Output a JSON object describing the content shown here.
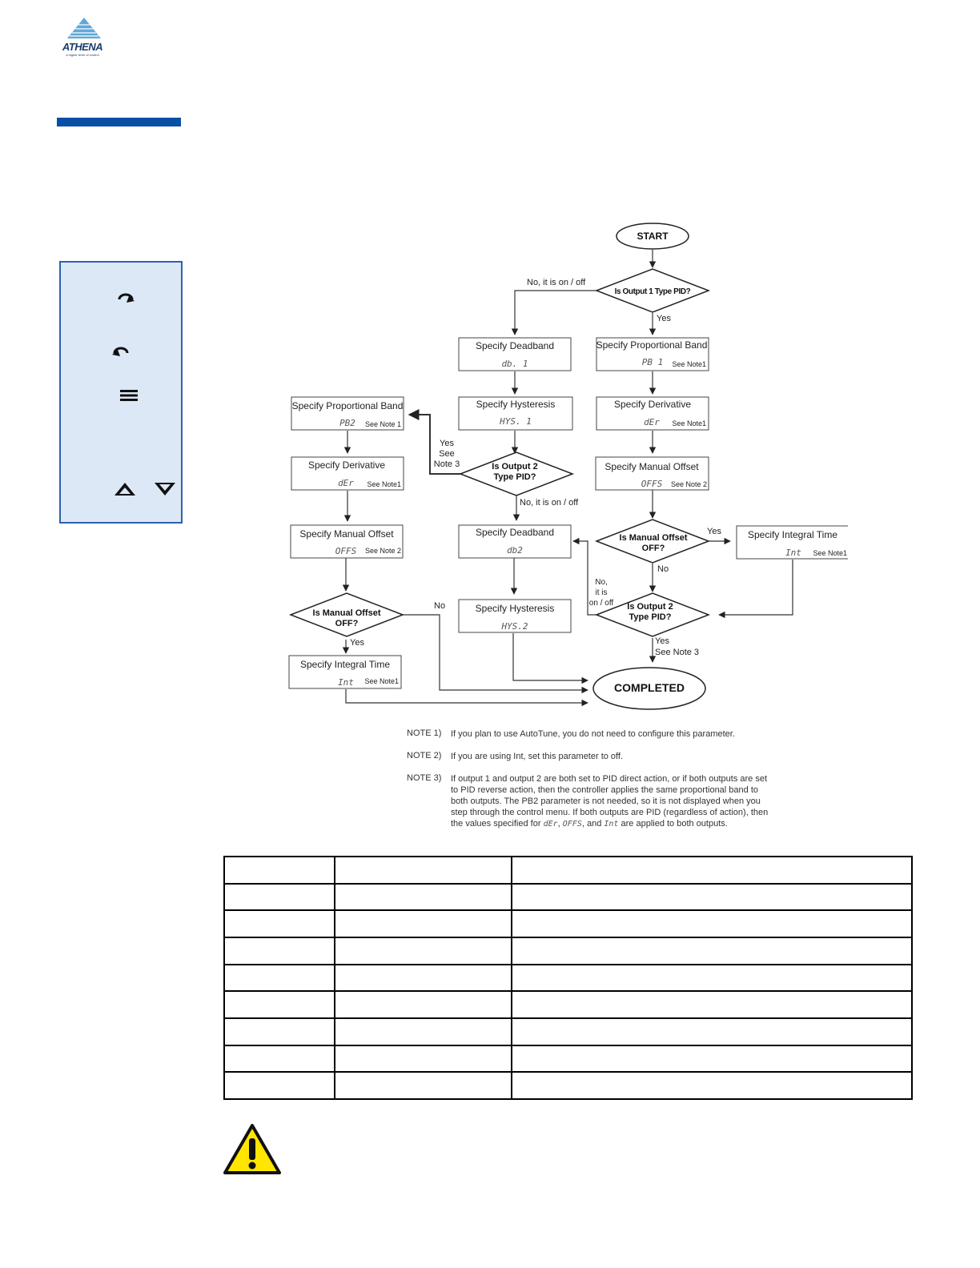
{
  "logo": {
    "name": "ATHENA",
    "tagline": "a higher level of control"
  },
  "sidebar": {
    "icons": [
      "cycle-icon",
      "cycle-back-icon",
      "menu-icon",
      "up-arrow-icon",
      "down-arrow-icon"
    ]
  },
  "flowchart": {
    "start": "START",
    "completed": "COMPLETED",
    "decisions": {
      "out1_pid": "Is Output 1 Type PID?",
      "out2_pid_mid": [
        "Is Output 2",
        "Type PID?"
      ],
      "manual_offset_right": [
        "Is Manual Offset",
        "OFF?"
      ],
      "out2_pid_right": [
        "Is Output 2",
        "Type PID?"
      ],
      "manual_offset_left": [
        "Is Manual Offset",
        "OFF?"
      ]
    },
    "boxes": {
      "deadband1": {
        "title": "Specify Deadband",
        "code": "db. 1",
        "note": ""
      },
      "pb1": {
        "title": "Specify Proportional Band",
        "code": "PB 1",
        "note": "See Note1"
      },
      "hys1": {
        "title": "Specify Hysteresis",
        "code": "HYS. 1",
        "note": ""
      },
      "der_right": {
        "title": "Specify Derivative",
        "code": "dEr",
        "note": "See Note1"
      },
      "pb2": {
        "title": "Specify Proportional Band",
        "code": "PB2",
        "note": "See Note 1"
      },
      "offs_right": {
        "title": "Specify Manual Offset",
        "code": "OFFS",
        "note": "See Note 2"
      },
      "der_left": {
        "title": "Specify Derivative",
        "code": "dEr",
        "note": "See Note1"
      },
      "deadband2": {
        "title": "Specify Deadband",
        "code": "db2",
        "note": ""
      },
      "int_right": {
        "title": "Specify Integral Time",
        "code": "Int",
        "note": "See Note1"
      },
      "offs_left": {
        "title": "Specify Manual Offset",
        "code": "OFFS",
        "note": "See Note 2"
      },
      "hys2": {
        "title": "Specify Hysteresis",
        "code": "HYS.2",
        "note": ""
      },
      "int_left": {
        "title": "Specify Integral Time",
        "code": "Int",
        "note": "See Note1"
      }
    },
    "labels": {
      "no_onoff_top": "No, it is on / off",
      "yes_top": "Yes",
      "yes_see_note3": [
        "Yes",
        "See",
        "Note 3"
      ],
      "no_onoff_mid": "No, it is on / off",
      "yes_right": "Yes",
      "no_right": "No",
      "no_onoff_stack": [
        "No,",
        "it is",
        "on / off"
      ],
      "no_left": "No",
      "yes_left": "Yes",
      "yes_bottom": "Yes",
      "see_note3_bottom": "See Note 3"
    }
  },
  "notes": [
    {
      "label": "NOTE 1)",
      "text": "If you plan to use AutoTune, you do not need to configure this parameter."
    },
    {
      "label": "NOTE 2)",
      "text": "If you are using Int, set this parameter to off."
    },
    {
      "label": "NOTE 3)",
      "text": "If output 1 and output 2 are both set to PID direct action, or if both outputs are set to PID reverse action, then the controller applies the same proportional band to both outputs.  The PB2 parameter is not needed, so it is not displayed when you step through the control menu.   If both outputs are PID (regardless of action), then the values specified for",
      "codes": [
        "dEr",
        "OFFS",
        "Int"
      ],
      "sep1": ", ",
      "sep2": ", and ",
      "tail": " are applied to both outputs."
    }
  ],
  "table": {
    "rows": 9,
    "columns": 3
  },
  "colors": {
    "accent": "#0a4fa6",
    "sidebar_bg": "#dde8f6",
    "warning": "#ffe600"
  }
}
